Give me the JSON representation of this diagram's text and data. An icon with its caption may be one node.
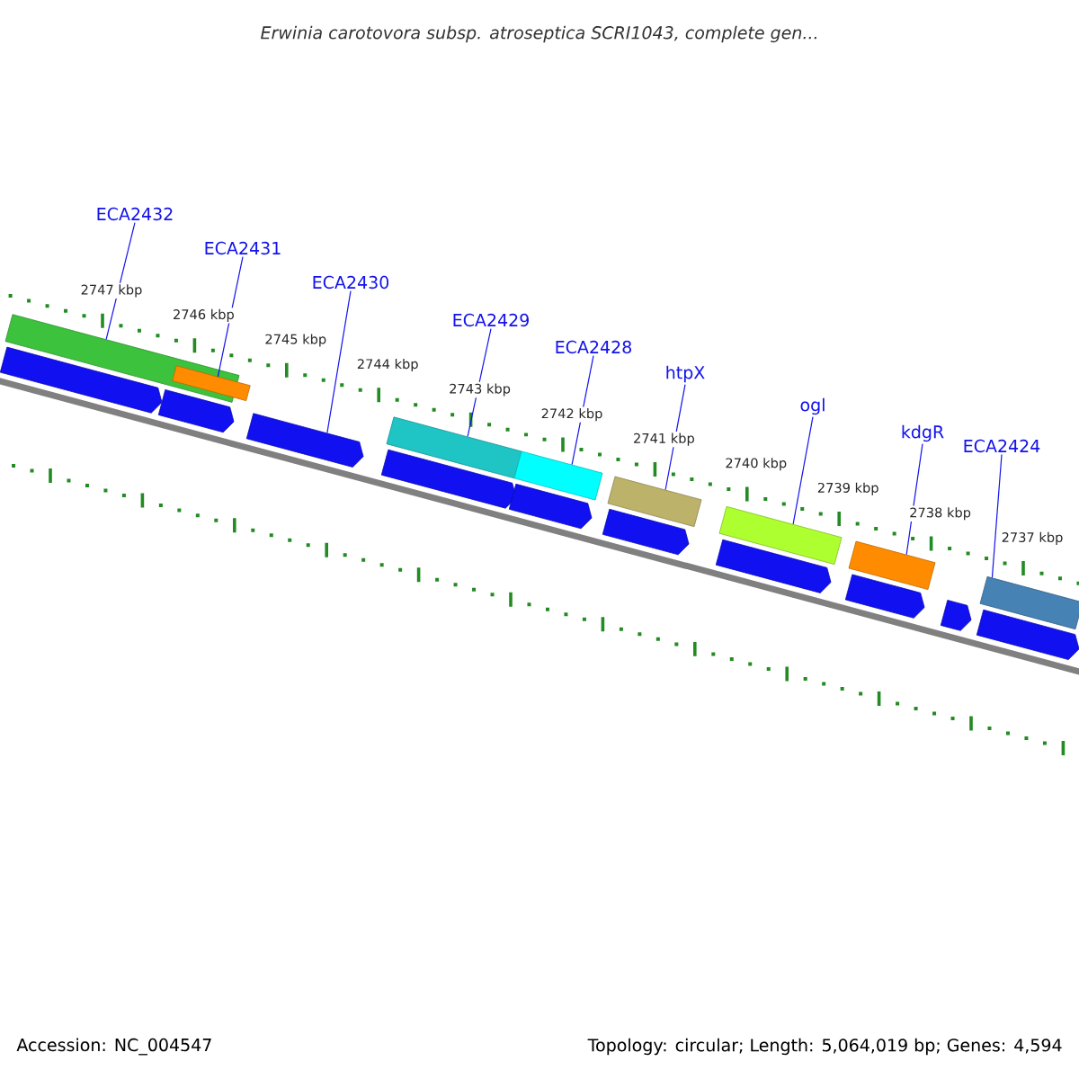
{
  "diagram": {
    "title": "Erwinia carotovora subsp. atroseptica SCRI1043, complete gen...",
    "nodes": [
      {
        "text": [
          "ECA2432"
        ]
      },
      {
        "text": [
          "ECA2431"
        ]
      },
      {
        "text": [
          "ECA2430"
        ]
      },
      {
        "text": [
          "ECA2429"
        ]
      },
      {
        "text": [
          "ECA2428"
        ]
      },
      {
        "text": [
          "htpX"
        ]
      },
      {
        "text": [
          "ogl"
        ]
      },
      {
        "text": [
          "kdgR"
        ]
      },
      {
        "text": [
          "ECA2424"
        ]
      },
      {
        "text": [],
        "shape": "bar"
      },
      {
        "text": [],
        "shape": "bar"
      },
      {
        "text": [],
        "shape": "bar"
      },
      {
        "text": [],
        "shape": "bar"
      },
      {
        "text": [],
        "shape": "bar"
      },
      {
        "text": [],
        "shape": "bar"
      },
      {
        "text": [],
        "shape": "bar"
      },
      {
        "text": [],
        "shape": "bar"
      },
      {
        "text": [],
        "shape": "arrow"
      },
      {
        "text": [],
        "shape": "arrow"
      },
      {
        "text": [],
        "shape": "arrow"
      },
      {
        "text": [],
        "shape": "arrow"
      },
      {
        "text": [],
        "shape": "arrow"
      },
      {
        "text": [],
        "shape": "arrow"
      },
      {
        "text": [],
        "shape": "arrow"
      },
      {
        "text": [],
        "shape": "arrow"
      },
      {
        "text": [],
        "shape": "arrow"
      },
      {
        "text": [],
        "shape": "arrow"
      }
    ],
    "edges": [
      {
        "from": 0,
        "to": 9,
        "arrow": "none"
      },
      {
        "from": 1,
        "to": 10,
        "arrow": "none"
      },
      {
        "from": 2,
        "to": 19,
        "arrow": "none"
      },
      {
        "from": 3,
        "to": 11,
        "arrow": "none"
      },
      {
        "from": 4,
        "to": 12,
        "arrow": "none"
      },
      {
        "from": 5,
        "to": 13,
        "arrow": "none"
      },
      {
        "from": 6,
        "to": 14,
        "arrow": "none"
      },
      {
        "from": 7,
        "to": 15,
        "arrow": "none"
      },
      {
        "from": 8,
        "to": 16,
        "arrow": "none"
      }
    ],
    "labels": [
      "2747 kbp",
      "2746 kbp",
      "2745 kbp",
      "2744 kbp",
      "2743 kbp",
      "2742 kbp",
      "2741 kbp",
      "2740 kbp",
      "2739 kbp",
      "2738 kbp",
      "2737 kbp",
      "Accession: NC_004547",
      "Topology: circular; Length: 5,064,019 bp; Genes: 4,594"
    ]
  }
}
